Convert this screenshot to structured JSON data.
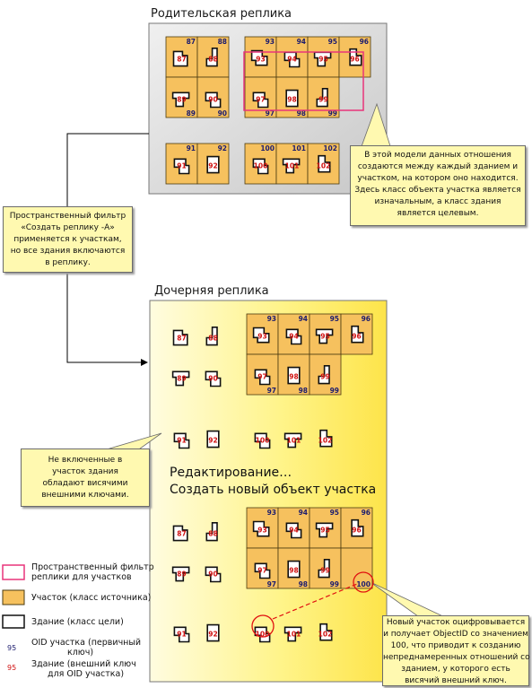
{
  "titles": {
    "parent": "Родительская реплика",
    "child": "Дочерняя реплика"
  },
  "callouts": {
    "relationship": [
      "В этой модели данных отношения",
      "создаются между каждый зданием и",
      "участком, на котором оно находится.",
      "Здесь класс объекта участка является",
      "изначальным, а класс здания",
      "является целевым."
    ],
    "filter": [
      "Пространственный фильтр",
      "«Создать реплику -A»",
      "применяется к участкам,",
      "но все здания включаются",
      "в реплику."
    ],
    "dangling": [
      "Не включенные в",
      "участок здания",
      "обладают висячими",
      "внешними ключами."
    ],
    "new_parcel": [
      "Новый участок оцифровывается",
      "и получает ObjectID со значением",
      "100, что приводит к созданию",
      "непреднамеренных отношений со",
      "зданием, у которого есть",
      "висячий внешний ключ."
    ]
  },
  "editing": {
    "line1": "Редактирование…",
    "line2": "Создать новый объект участка"
  },
  "legend": {
    "filter_label_1": "Пространственный фильтр",
    "filter_label_2": "реплики для участков",
    "parcel_label": "Участок (класс источника)",
    "building_label": "Здание (класс цели)",
    "oid_sample": "95",
    "oid_label_1": "OID участка (первичный",
    "oid_label_2": "ключ)",
    "fk_sample": "95",
    "fk_label_1": "Здание (внешний ключ",
    "fk_label_2": "для OID участка)"
  },
  "parcels": {
    "left_grid": [
      "87",
      "88",
      "89",
      "90"
    ],
    "right_grid": [
      "93",
      "94",
      "95",
      "96",
      "97",
      "98",
      "99"
    ],
    "bottom_left": [
      "91",
      "92"
    ],
    "bottom_right": [
      "100",
      "101",
      "102"
    ],
    "new_parcel": "100"
  },
  "buildings": {
    "left_grid": [
      "87",
      "88",
      "89",
      "90"
    ],
    "right_grid": [
      "93",
      "94",
      "95",
      "96",
      "97",
      "98",
      "99"
    ],
    "bottom_left": [
      "91",
      "92"
    ],
    "bottom_right": [
      "100",
      "101",
      "102"
    ]
  },
  "colors": {
    "parcel_fill": "#f6c15e",
    "parcel_stroke": "#4a3a10",
    "oid_text": "#1c1c6e",
    "fk_text": "#d01010",
    "filter_rect": "#e8347a",
    "parent_box": "#d5d5d5",
    "child_box_left": "#fffbd0",
    "child_box_right": "#fde84a",
    "callout_fill": "#fff9b0",
    "highlight": "#e01010"
  }
}
